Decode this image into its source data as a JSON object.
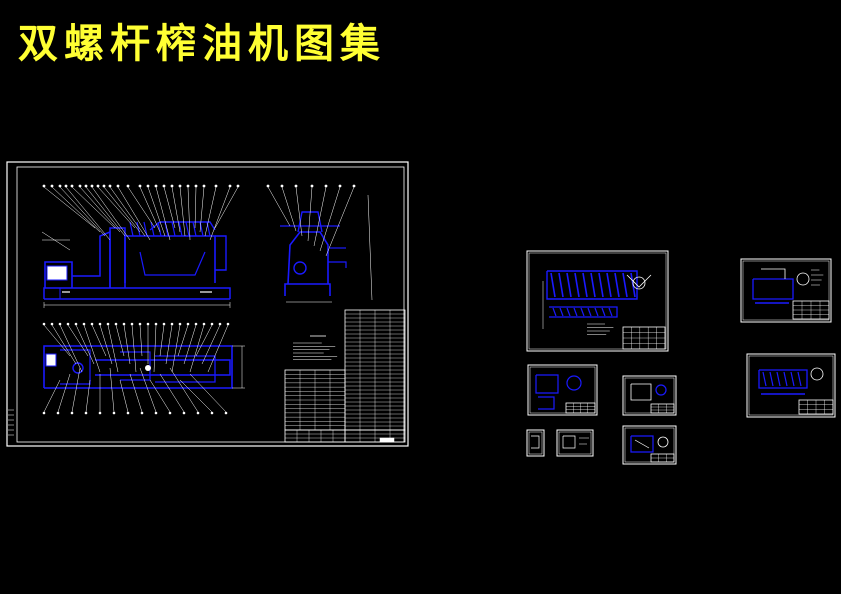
{
  "title": "双螺杆榨油机图集",
  "colors": {
    "background": "#000000",
    "title": "#ffff33",
    "frame": "#ffffff",
    "part": "#1a1aff",
    "leader": "#ffffff"
  },
  "sheets": [
    {
      "name": "main-assembly-sheet"
    },
    {
      "name": "screw-shaft-sheet"
    },
    {
      "name": "component-sheet-right-top"
    },
    {
      "name": "component-sheet-small-a"
    },
    {
      "name": "component-sheet-small-b"
    },
    {
      "name": "component-sheet-right-mid"
    },
    {
      "name": "part-sheet-tiny-a"
    },
    {
      "name": "part-sheet-tiny-b"
    },
    {
      "name": "part-sheet-c"
    }
  ]
}
